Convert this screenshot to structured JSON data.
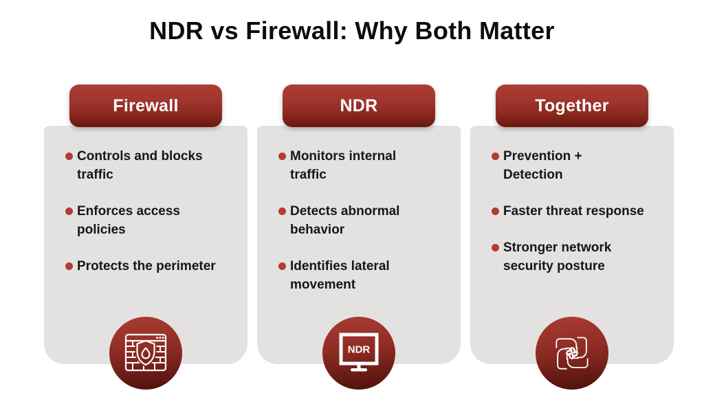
{
  "title": "NDR vs Firewall: Why Both Matter",
  "colors": {
    "accent_red_light": "#a93b32",
    "accent_red_dark": "#5a130e",
    "card_gray": "#e3e2e1",
    "bullet_red": "#b23b35",
    "header_text_color": "#ffffff",
    "body_text_color": "#161616"
  },
  "columns": [
    {
      "header": "Firewall",
      "icon": "firewall-icon",
      "bullets": [
        "Controls and blocks\ntraffic",
        "Enforces access\npolicies",
        "Protects the perimeter"
      ]
    },
    {
      "header": "NDR",
      "icon": "ndr-monitor-icon",
      "monitor_label": "NDR",
      "bullets": [
        "Monitors internal\ntraffic",
        "Detects abnormal\nbehavior",
        "Identifies lateral\nmovement"
      ]
    },
    {
      "header": "Together",
      "icon": "united-hands-icon",
      "bullets": [
        "Prevention +\nDetection",
        "Faster threat response",
        "Stronger network\nsecurity posture"
      ]
    }
  ]
}
